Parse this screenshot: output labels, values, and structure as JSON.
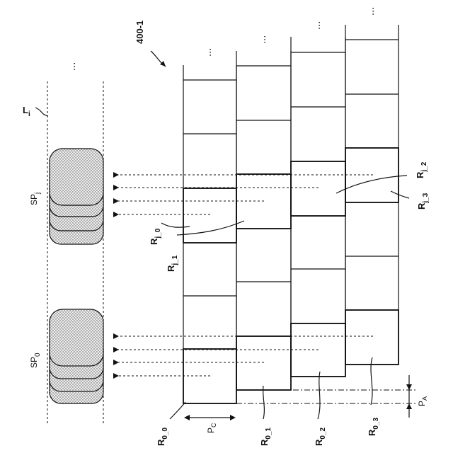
{
  "figure_ref": "400-1",
  "line_label": "L",
  "line_label_sub": "i",
  "packages": [
    {
      "label": "SP",
      "sub": "0"
    },
    {
      "label": "SP",
      "sub": "j"
    }
  ],
  "ellipsis": "...",
  "pitch_c_label": "P",
  "pitch_c_sub": "C",
  "pitch_a_label": "P",
  "pitch_a_sub": "A",
  "columns": [
    {
      "label": "R",
      "sub": "0_0"
    },
    {
      "label": "R",
      "sub": "0_1"
    },
    {
      "label": "R",
      "sub": "0_2"
    },
    {
      "label": "R",
      "sub": "0_3"
    }
  ],
  "regions_j": [
    {
      "label": "R",
      "sub": "j_0"
    },
    {
      "label": "R",
      "sub": "j_1"
    },
    {
      "label": "R",
      "sub": "j_2"
    },
    {
      "label": "R",
      "sub": "j_3"
    }
  ],
  "colors": {
    "ink": "#111111",
    "dot_fill": "#d9d9d9"
  }
}
